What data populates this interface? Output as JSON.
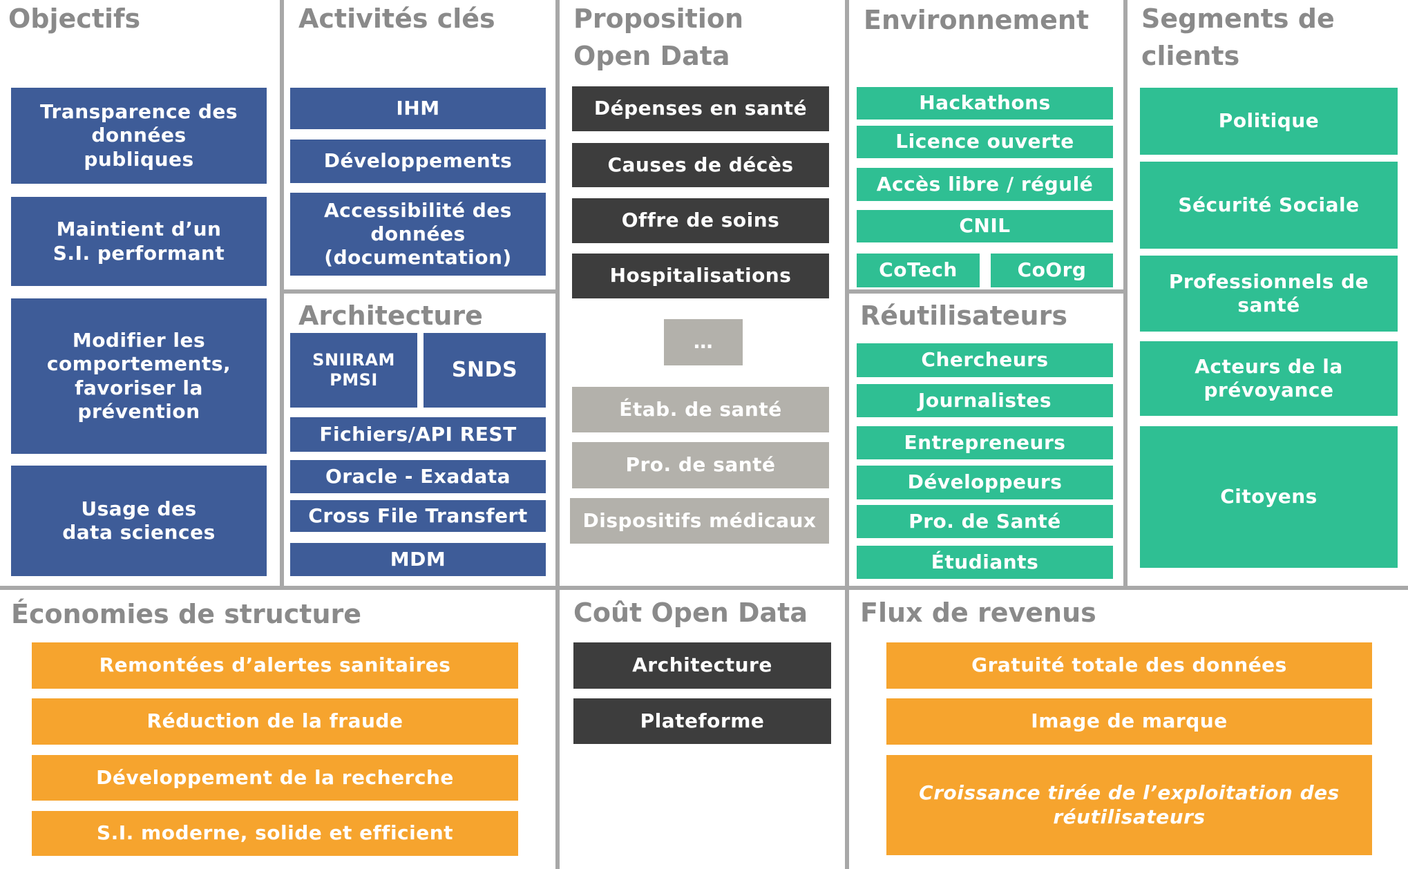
{
  "colors": {
    "blue": "#3e5c98",
    "dark": "#3d3d3d",
    "gray": "#b3b1ab",
    "teal": "#2fbf93",
    "orange": "#f6a42e",
    "heading": "#8a8a8a",
    "divider": "#a8a8a8"
  },
  "objectifs": {
    "title": "Objectifs",
    "items": [
      "Transparence des données publiques",
      "Maintient d’un S.I. performant",
      "Modifier les comportements, favoriser la prévention",
      "Usage des data sciences"
    ]
  },
  "activites": {
    "title": "Activités clés",
    "items": [
      "IHM",
      "Développements",
      "Accessibilité des données (documentation)"
    ]
  },
  "architecture": {
    "title": "Architecture",
    "sniiram": "SNIIRAM PMSI",
    "snds": "SNDS",
    "items": [
      "Fichiers/API REST",
      "Oracle - Exadata",
      "Cross File Transfert",
      "MDM"
    ]
  },
  "proposition": {
    "title": "Proposition Open Data",
    "dark_items": [
      "Dépenses en santé",
      "Causes de décès",
      "Offre de soins",
      "Hospitalisations"
    ],
    "ellipsis": "…",
    "gray_items": [
      "Étab. de santé",
      "Pro. de santé",
      "Dispositifs médicaux"
    ]
  },
  "environnement": {
    "title": "Environnement",
    "items": [
      "Hackathons",
      "Licence ouverte",
      "Accès libre / régulé",
      "CNIL"
    ],
    "cotech": "CoTech",
    "coorg": "CoOrg"
  },
  "reutilisateurs": {
    "title": "Réutilisateurs",
    "items": [
      "Chercheurs",
      "Journalistes",
      "Entrepreneurs",
      "Développeurs",
      "Pro. de Santé",
      "Étudiants"
    ]
  },
  "segments": {
    "title": "Segments de clients",
    "items": [
      "Politique",
      "Sécurité Sociale",
      "Professionnels de santé",
      "Acteurs de la prévoyance",
      "Citoyens"
    ]
  },
  "economies": {
    "title": "Économies de structure",
    "items": [
      "Remontées d’alertes sanitaires",
      "Réduction de la fraude",
      "Développement de la recherche",
      "S.I. moderne, solide et efficient"
    ]
  },
  "cout": {
    "title": "Coût Open Data",
    "items": [
      "Architecture",
      "Plateforme"
    ]
  },
  "flux": {
    "title": "Flux de revenus",
    "items": [
      "Gratuité totale des données",
      "Image de marque",
      "Croissance tirée de l’exploitation des réutilisateurs"
    ]
  }
}
